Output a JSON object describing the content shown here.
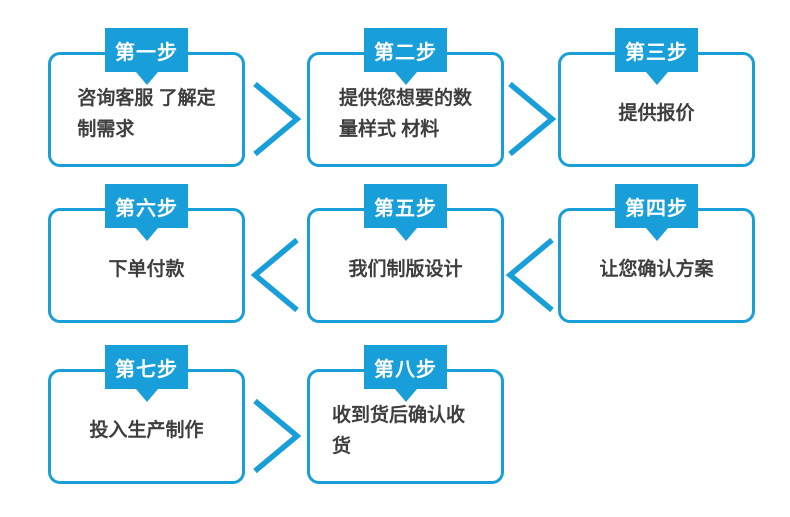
{
  "diagram": {
    "kind": "process-flow",
    "step_count": 8
  },
  "colors": {
    "accent": "#189ed8",
    "box_text": "#3e3e3e",
    "tab_text": "#ffffff",
    "background": "#ffffff"
  },
  "steps": [
    {
      "label": "第一步",
      "text": "咨询客服 了解定\n制需求",
      "row": 0,
      "col": 0
    },
    {
      "label": "第二步",
      "text": "提供您想要的数\n量样式 材料",
      "row": 0,
      "col": 1
    },
    {
      "label": "第三步",
      "text": "提供报价",
      "row": 0,
      "col": 2
    },
    {
      "label": "第四步",
      "text": "让您确认方案",
      "row": 1,
      "col": 2
    },
    {
      "label": "第五步",
      "text": "我们制版设计",
      "row": 1,
      "col": 1
    },
    {
      "label": "第六步",
      "text": "下单付款",
      "row": 1,
      "col": 0
    },
    {
      "label": "第七步",
      "text": "投入生产制作",
      "row": 2,
      "col": 0
    },
    {
      "label": "第八步",
      "text": "收到货后确认收货",
      "row": 2,
      "col": 1
    }
  ],
  "arrows": [
    {
      "row": 0,
      "gap": 0,
      "direction": "right"
    },
    {
      "row": 0,
      "gap": 1,
      "direction": "right"
    },
    {
      "row": 1,
      "gap": 0,
      "direction": "left"
    },
    {
      "row": 1,
      "gap": 1,
      "direction": "left"
    },
    {
      "row": 2,
      "gap": 0,
      "direction": "right"
    }
  ]
}
